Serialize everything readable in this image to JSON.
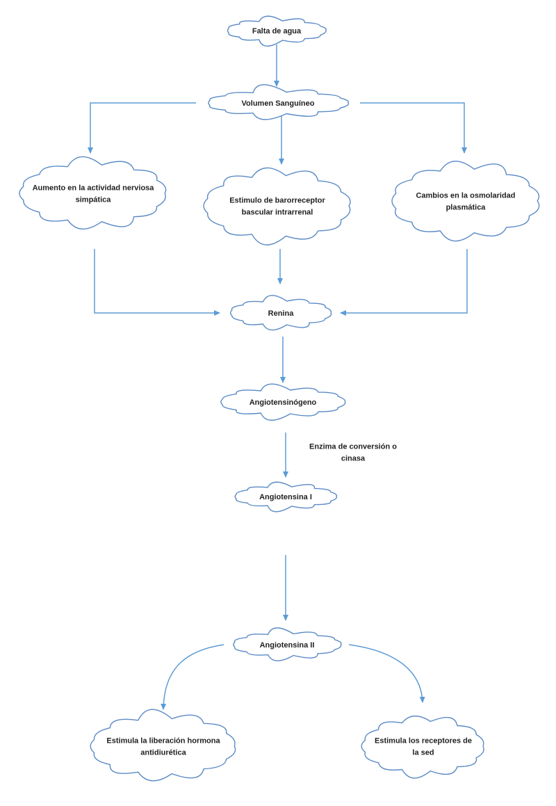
{
  "colors": {
    "edge": "#5b9bd5",
    "cloud_border": "#5a8ac6",
    "text": "#1f1f1f",
    "background": "#ffffff"
  },
  "nodes": {
    "falta_agua": [
      "Falta de agua"
    ],
    "volumen_sanguineo": [
      "Volumen Sanguíneo"
    ],
    "aumento_actividad": [
      "Aumento en la actividad  nerviosa",
      "simpática"
    ],
    "estimulo_barorreceptor": [
      "Estimulo de barorreceptor",
      "bascular intrarrenal"
    ],
    "cambios_osmolaridad": [
      "Cambios en la osmolaridad",
      "plasmática"
    ],
    "renina": [
      "Renina"
    ],
    "angiotensinogeno": [
      "Angiotensinógeno"
    ],
    "angiotensina_1": [
      "Angiotensina I"
    ],
    "angiotensina_2": [
      "Angiotensina II"
    ],
    "estimula_hormona": [
      "Estimula la liberación hormona",
      "antidiurética"
    ],
    "estimula_sed": [
      "Estimula los receptores de",
      "la sed"
    ]
  },
  "edges": [
    {
      "from": "falta_agua",
      "to": "volumen_sanguineo"
    },
    {
      "from": "volumen_sanguineo",
      "to": "aumento_actividad"
    },
    {
      "from": "volumen_sanguineo",
      "to": "estimulo_barorreceptor"
    },
    {
      "from": "volumen_sanguineo",
      "to": "cambios_osmolaridad"
    },
    {
      "from": "aumento_actividad",
      "to": "renina"
    },
    {
      "from": "estimulo_barorreceptor",
      "to": "renina"
    },
    {
      "from": "cambios_osmolaridad",
      "to": "renina"
    },
    {
      "from": "renina",
      "to": "angiotensinogeno"
    },
    {
      "from": "angiotensinogeno",
      "to": "angiotensina_1",
      "label": [
        "Enzima de conversión o",
        "cinasa"
      ]
    },
    {
      "from": "angiotensina_1",
      "to": "angiotensina_2"
    },
    {
      "from": "angiotensina_2",
      "to": "estimula_hormona"
    },
    {
      "from": "angiotensina_2",
      "to": "estimula_sed"
    }
  ]
}
